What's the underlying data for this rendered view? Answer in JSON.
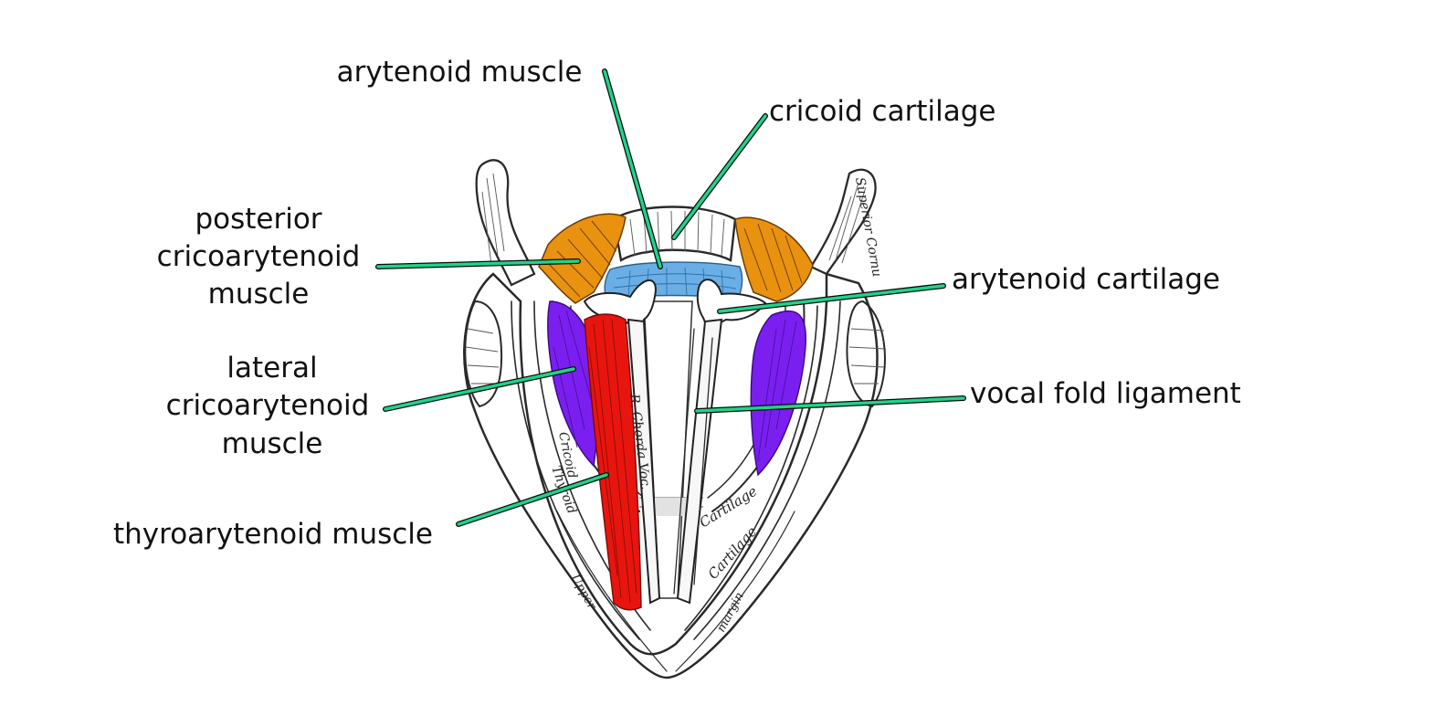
{
  "labels": {
    "arytenoid_muscle": "arytenoid muscle",
    "cricoid_cartilage": "cricoid cartilage",
    "posterior_cricoarytenoid": [
      "posterior",
      "cricoarytenoid",
      "muscle"
    ],
    "arytenoid_cartilage": "arytenoid cartilage",
    "lateral_cricoarytenoid": [
      "lateral",
      "cricoarytenoid",
      "muscle"
    ],
    "vocal_fold_ligament": "vocal fold ligament",
    "thyroarytenoid_muscle": "thyroarytenoid muscle"
  },
  "engraving_text": {
    "superior_cornu": "Superior Cornu",
    "chorda_voc": "R. Chorda Voc.",
    "cricoid_left": "Cricoid",
    "thyroid_left": "Thyroid",
    "upper": "Upper",
    "cartilage_1": "Cartilage",
    "cartilage_2": "Cartilage",
    "margin": "margin"
  },
  "colors": {
    "leader_line": "#1fd38a",
    "leader_outline": "#0a0a0a",
    "posterior_cricoarytenoid": "#e8920f",
    "arytenoid_muscle": "#6aaee6",
    "lateral_cricoarytenoid": "#7a1ff0",
    "thyroarytenoid": "#e8150f"
  }
}
